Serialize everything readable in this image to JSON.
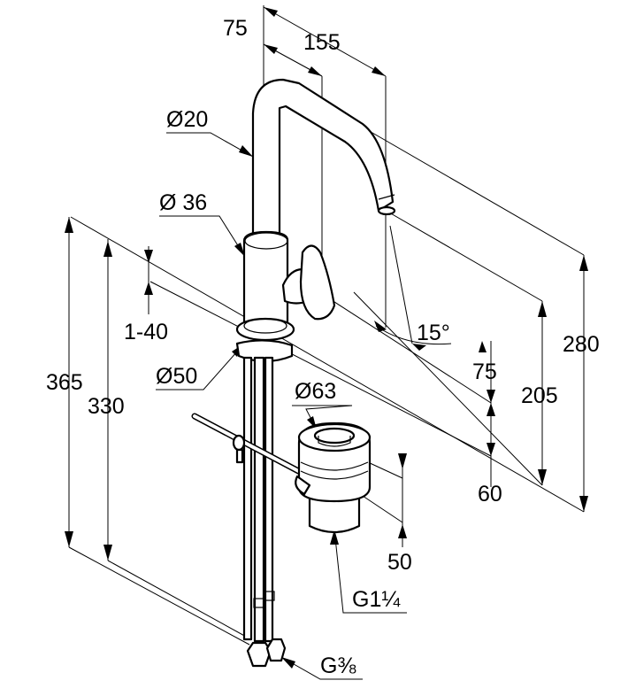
{
  "drawing": {
    "subject": "Single-lever basin mixer with high spout, pop-up waste and connection hoses",
    "line_color": "#000000",
    "background_color": "#ffffff",
    "dimensions": {
      "spout_offset": "75",
      "spout_reach": "155",
      "spout_diameter": "Ø20",
      "body_diameter": "Ø 36",
      "deck_thickness": "1-40",
      "base_diameter": "Ø50",
      "total_height_below": "365",
      "hose_length": "330",
      "spout_angle": "15°",
      "lever_height": "75",
      "lever_base": "60",
      "spout_outlet_height": "205",
      "total_height": "280",
      "waste_diameter": "Ø63",
      "waste_height": "50",
      "waste_thread": "G1¼",
      "hose_thread": "G⅜"
    }
  }
}
